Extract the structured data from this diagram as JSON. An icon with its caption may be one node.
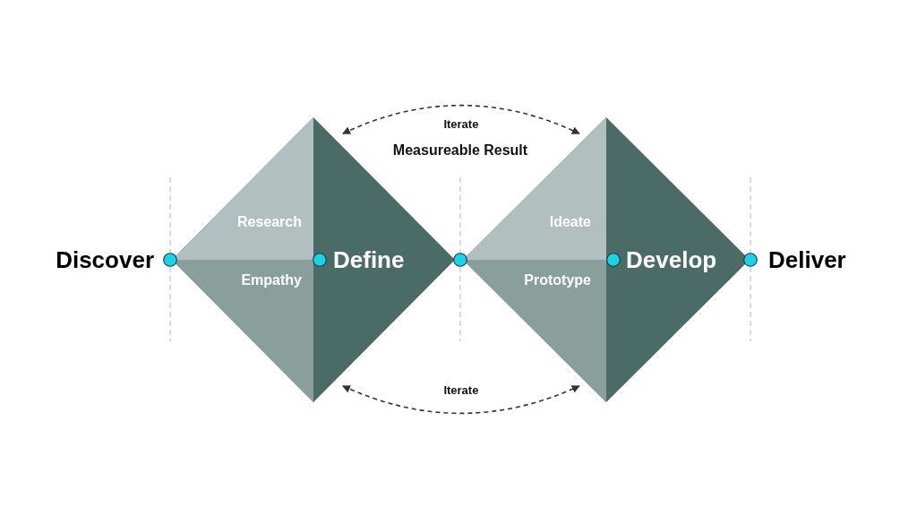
{
  "diagram": {
    "nodes": [
      {
        "text": [
          "Define"
        ]
      },
      {
        "text": [
          "Research"
        ],
        "in": 0
      },
      {
        "text": [
          "Empathy"
        ],
        "in": 0
      },
      {
        "text": [
          "Develop"
        ]
      },
      {
        "text": [
          "Ideate"
        ],
        "in": 3
      },
      {
        "text": [
          "Prototype"
        ],
        "in": 3
      }
    ],
    "edges": [
      {
        "from": 0,
        "to": 3,
        "arrow": "both",
        "label": "Iterate",
        "style": "dashed"
      },
      {
        "from": 0,
        "to": 3,
        "arrow": "both",
        "label": "Iterate",
        "style": "dashed"
      }
    ],
    "labels": [
      "Measureable Result",
      "Discover",
      "Deliver"
    ]
  }
}
